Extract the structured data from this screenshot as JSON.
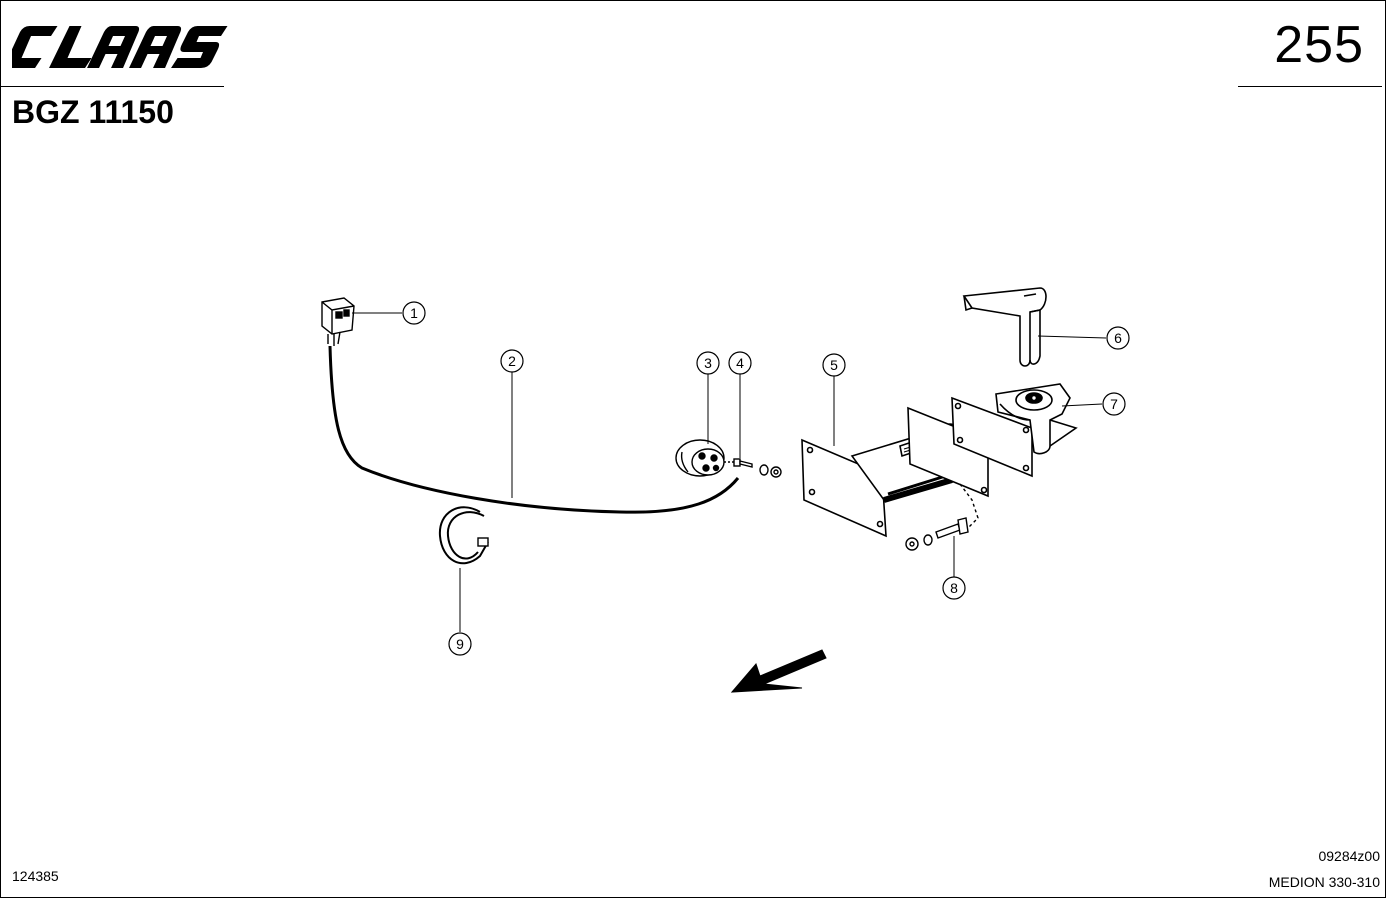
{
  "header": {
    "brand": "CLAAS",
    "page_number": "255",
    "group_code": "BGZ 11150"
  },
  "footer": {
    "document_number": "124385",
    "drawing_code": "09284z00",
    "model": "MEDION 330-310"
  },
  "callouts": [
    {
      "number": "1"
    },
    {
      "number": "2"
    },
    {
      "number": "3"
    },
    {
      "number": "4"
    },
    {
      "number": "5"
    },
    {
      "number": "6"
    },
    {
      "number": "7"
    },
    {
      "number": "8"
    },
    {
      "number": "9"
    }
  ]
}
